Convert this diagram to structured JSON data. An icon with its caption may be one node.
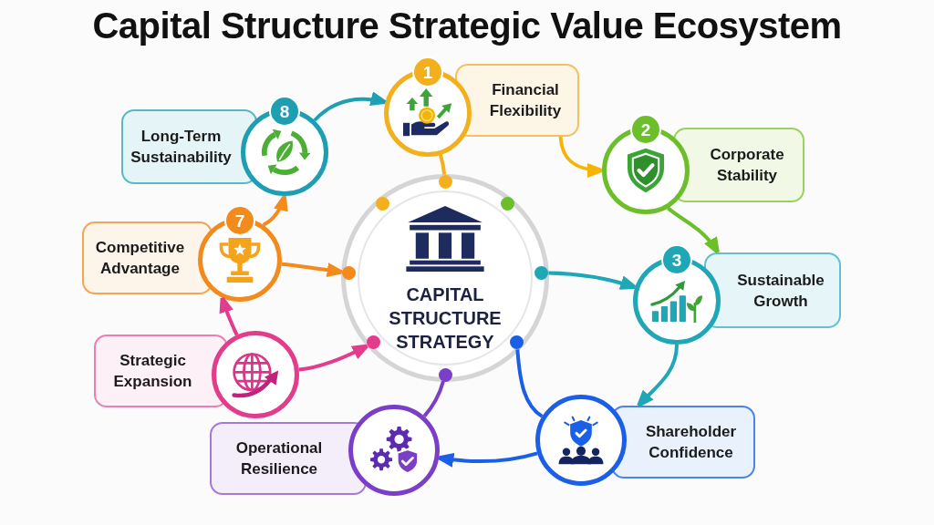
{
  "diagram": {
    "title": "Capital Structure Strategic Value Ecosystem",
    "nodes": [
      {
        "text": [
          "CAPITAL STRUCTURE STRATEGY"
        ]
      },
      {
        "text": [
          "1"
        ]
      },
      {
        "text": [
          "Financial Flexibility"
        ]
      },
      {
        "text": [
          "2"
        ]
      },
      {
        "text": [
          "Corporate Stability"
        ]
      },
      {
        "text": [
          "3"
        ]
      },
      {
        "text": [
          "Sustainable Growth"
        ]
      },
      {
        "text": [],
        "shape": "circle"
      },
      {
        "text": [
          "Shareholder Confidence"
        ]
      },
      {
        "text": [],
        "shape": "circle"
      },
      {
        "text": [
          "Operational Resilience"
        ]
      },
      {
        "text": [],
        "shape": "circle"
      },
      {
        "text": [
          "Strategic Expansion"
        ]
      },
      {
        "text": [
          "7"
        ]
      },
      {
        "text": [
          "Competitive Advantage"
        ]
      },
      {
        "text": [
          "8"
        ]
      },
      {
        "text": [
          "Long-Term Sustainability"
        ]
      },
      {
        "text": [],
        "shape": "circle",
        "in": 0
      },
      {
        "text": [],
        "shape": "circle",
        "in": 0
      },
      {
        "text": [],
        "shape": "circle",
        "in": 0
      },
      {
        "text": [],
        "shape": "circle",
        "in": 0
      },
      {
        "text": [],
        "shape": "circle",
        "in": 0
      },
      {
        "text": [],
        "shape": "circle",
        "in": 0
      },
      {
        "text": [],
        "shape": "circle",
        "in": 0
      },
      {
        "text": [],
        "shape": "circle",
        "in": 0
      }
    ],
    "edges": [
      {
        "from": 15,
        "to": 1,
        "arrow": "to",
        "color": "#1fa0b2"
      },
      {
        "from": 2,
        "to": 3,
        "arrow": "to",
        "color": "#f4b400"
      },
      {
        "from": 3,
        "to": 6,
        "arrow": "to",
        "color": "#6cbf2a"
      },
      {
        "from": 19,
        "to": 5,
        "arrow": "to",
        "color": "#1fa7b5"
      },
      {
        "from": 5,
        "to": 8,
        "arrow": "to",
        "color": "#1fa7b5"
      },
      {
        "from": 20,
        "to": 7,
        "arrow": "none",
        "color": "#1a5fe6"
      },
      {
        "from": 7,
        "to": 9,
        "arrow": "to",
        "color": "#1a5fe6"
      },
      {
        "from": 21,
        "to": 9,
        "arrow": "none",
        "color": "#7b3fc7"
      },
      {
        "from": 11,
        "to": 22,
        "arrow": "to",
        "color": "#e23c8d"
      },
      {
        "from": 11,
        "to": 13,
        "arrow": "to",
        "color": "#e23c8d"
      },
      {
        "from": 13,
        "to": 23,
        "arrow": "to",
        "color": "#f28a1c"
      },
      {
        "from": 13,
        "to": 15,
        "arrow": "to",
        "color": "#f28a1c"
      },
      {
        "from": 17,
        "to": 1,
        "arrow": "none",
        "color": "#f2b01e"
      }
    ]
  }
}
